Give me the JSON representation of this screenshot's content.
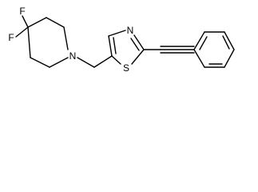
{
  "molecule": {
    "atoms": {
      "f_top": "F",
      "f_left": "F",
      "n_pip": "N",
      "n_thz": "N",
      "s_thz": "S"
    }
  }
}
